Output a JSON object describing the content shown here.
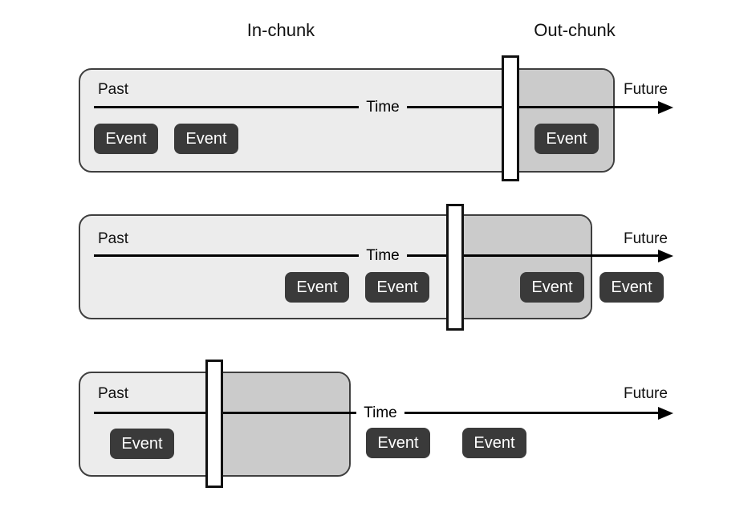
{
  "figure": {
    "type": "timeline-chunking-diagram",
    "panel_count": 3
  },
  "colors": {
    "background": "#ffffff",
    "chunk_light_fill": "#ececec",
    "chunk_dark_fill": "#cbcbcb",
    "chunk_border": "#3f3f3f",
    "event_fill": "#3a3a3a",
    "event_text": "#ffffff",
    "boundary_bar_fill": "#ffffff",
    "boundary_bar_border": "#111111",
    "line": "#000000"
  },
  "headers": {
    "in_chunk": "In-chunk",
    "out_chunk": "Out-chunk"
  },
  "labels": {
    "past": "Past",
    "future": "Future",
    "time": "Time",
    "event": "Event"
  },
  "panels": [
    {
      "past": "Past",
      "future": "Future",
      "time": "Time",
      "events_in_chunk": [
        "Event",
        "Event"
      ],
      "events_out_chunk": [
        "Event"
      ],
      "events_outside": []
    },
    {
      "past": "Past",
      "future": "Future",
      "time": "Time",
      "events_in_chunk": [
        "Event",
        "Event"
      ],
      "events_out_chunk": [
        "Event"
      ],
      "events_outside": [
        "Event"
      ]
    },
    {
      "past": "Past",
      "future": "Future",
      "time": "Time",
      "events_in_chunk": [
        "Event"
      ],
      "events_out_chunk": [],
      "events_outside": [
        "Event",
        "Event"
      ]
    }
  ]
}
